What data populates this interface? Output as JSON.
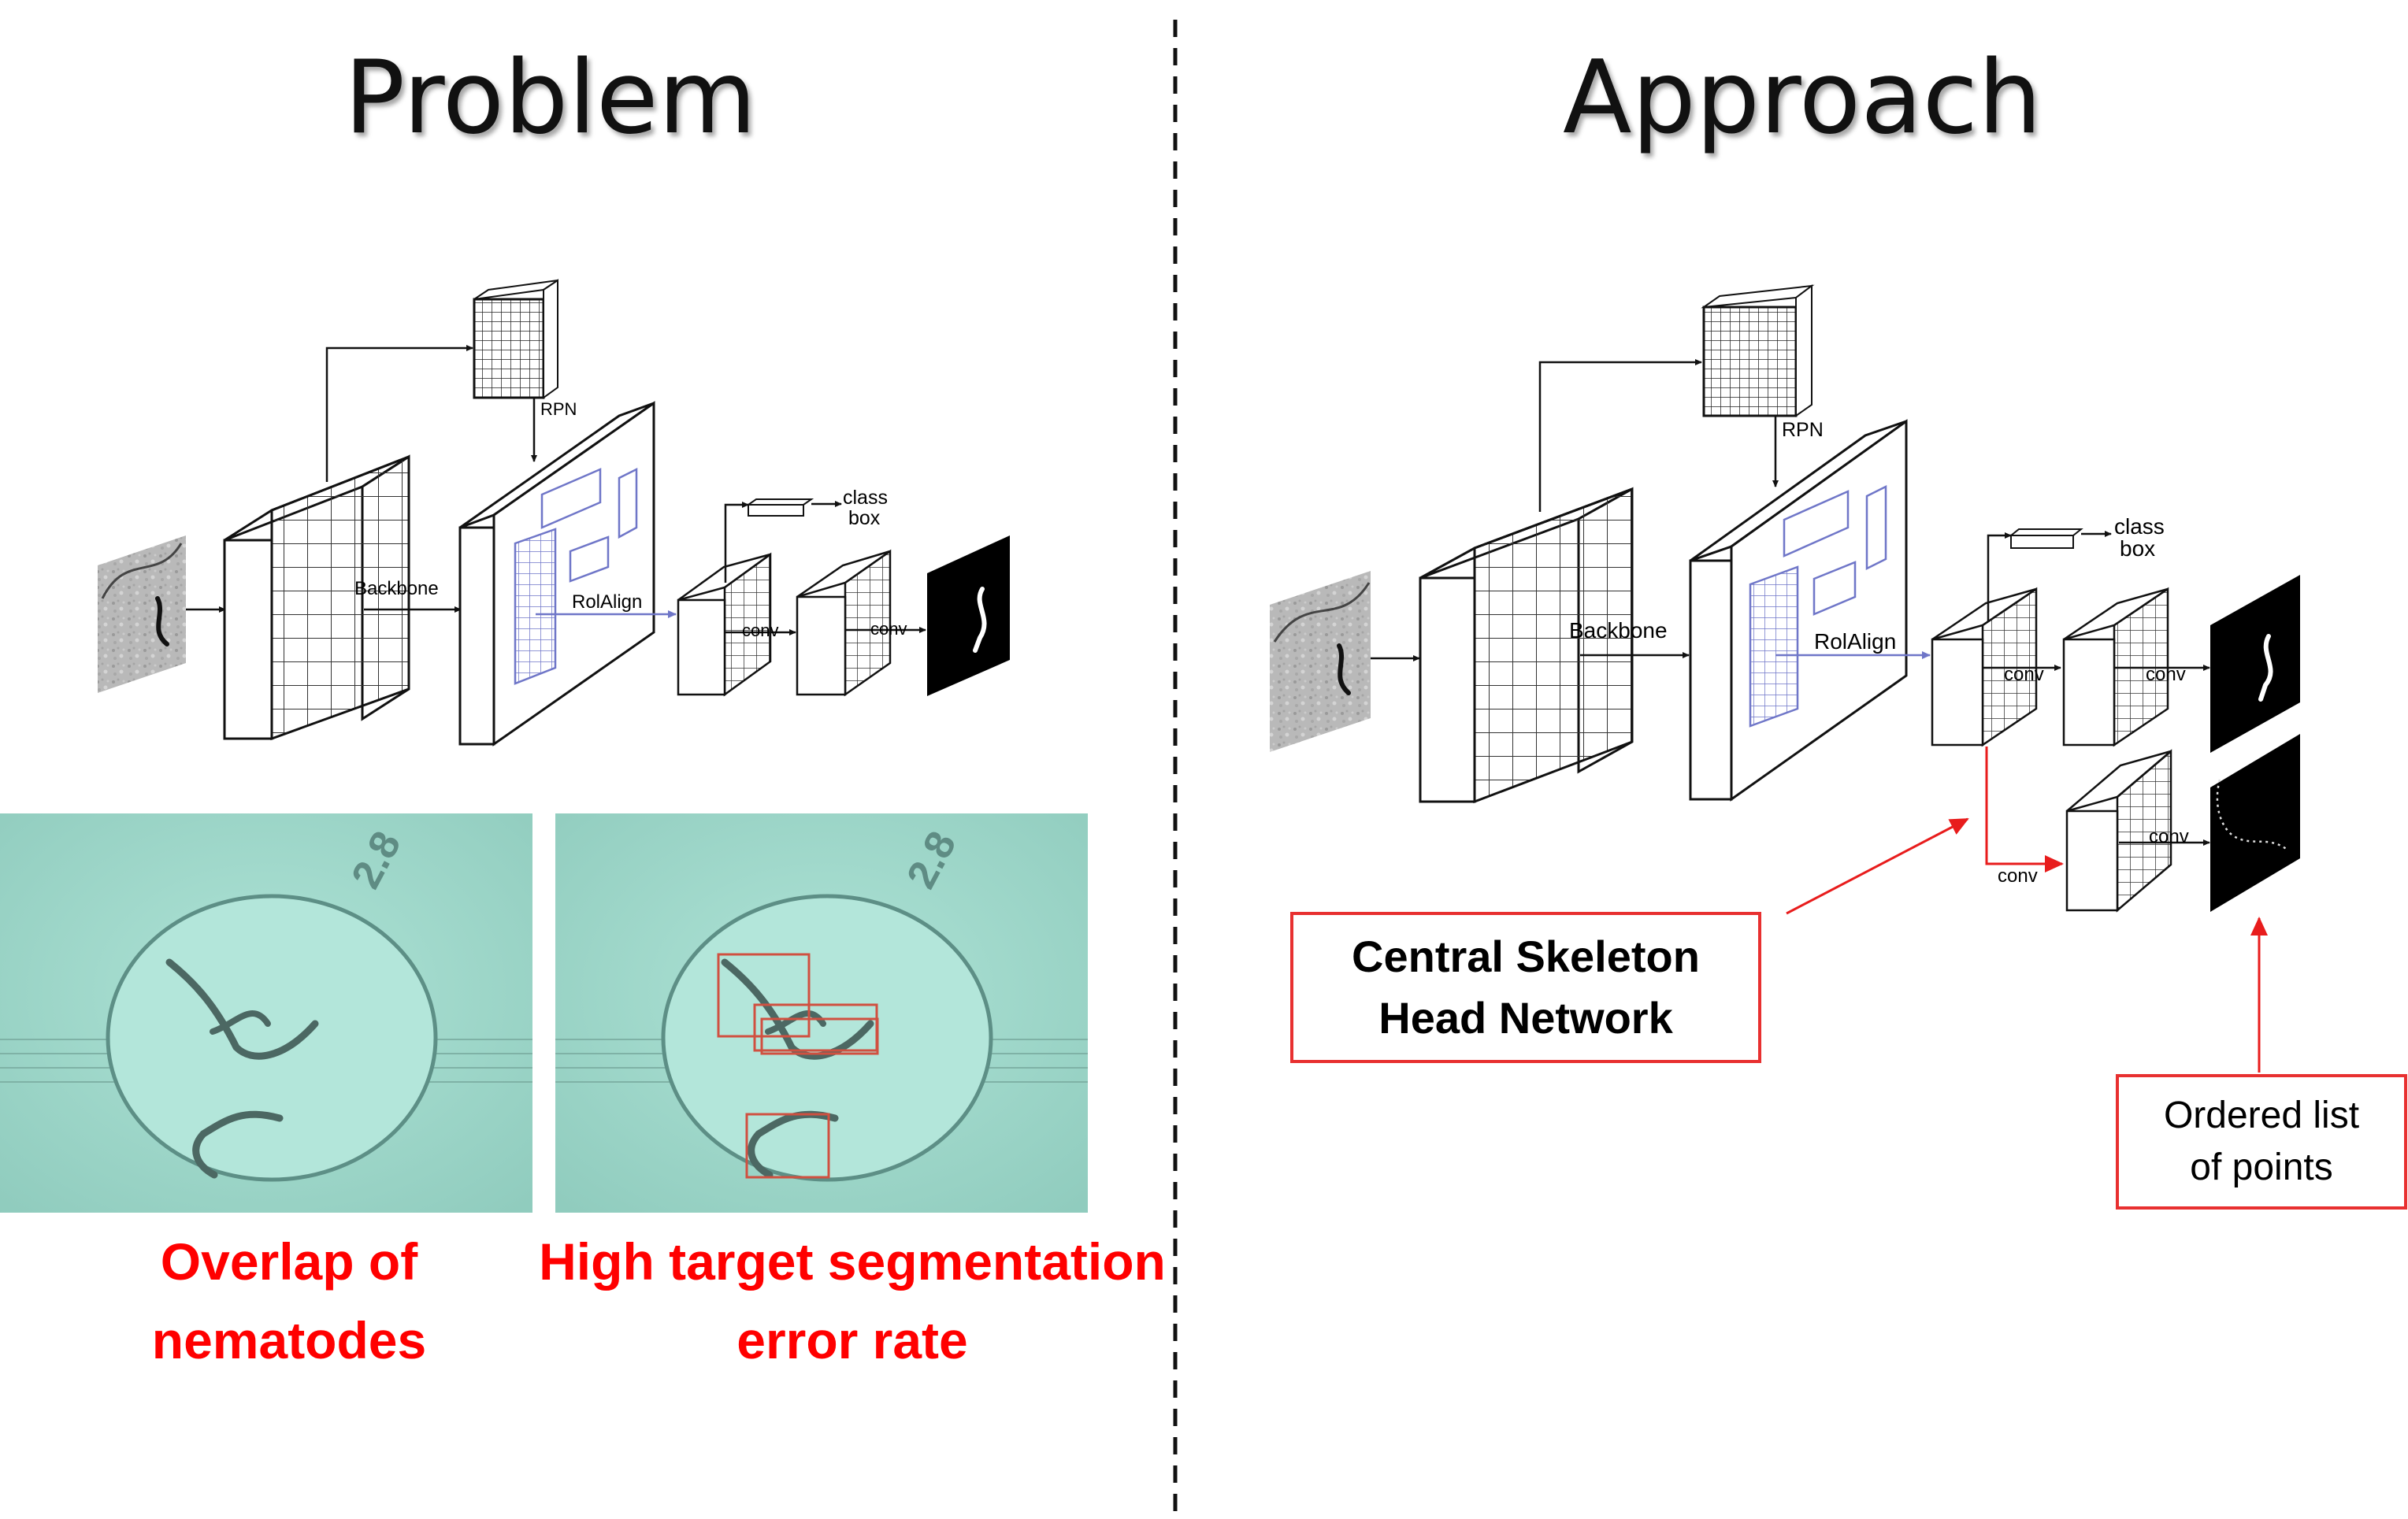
{
  "problem": {
    "title": "Problem",
    "network": {
      "rpn": "RPN",
      "backbone": "Backbone",
      "roialign": "RolAlign",
      "conv1": "conv",
      "conv2": "conv",
      "class": "class",
      "box": "box"
    },
    "caption_left": [
      "Overlap of",
      "nematodes"
    ],
    "caption_right": [
      "High target segmentation",
      "error rate"
    ],
    "photo_plate_label": "2.8"
  },
  "approach": {
    "title": "Approach",
    "network": {
      "rpn": "RPN",
      "backbone": "Backbone",
      "roialign": "RolAlign",
      "conv1": "conv",
      "conv2": "conv",
      "conv3": "conv",
      "conv4": "conv",
      "class": "class",
      "box": "box"
    },
    "skeleton_box": [
      "Central Skeleton",
      "Head Network"
    ],
    "points_box": [
      "Ordered list",
      "of points"
    ]
  },
  "colors": {
    "accent_red": "#ff0000",
    "box_red": "#e83030",
    "roi_blue": "#6f76c8",
    "photo_teal": "#9dd6c9"
  }
}
